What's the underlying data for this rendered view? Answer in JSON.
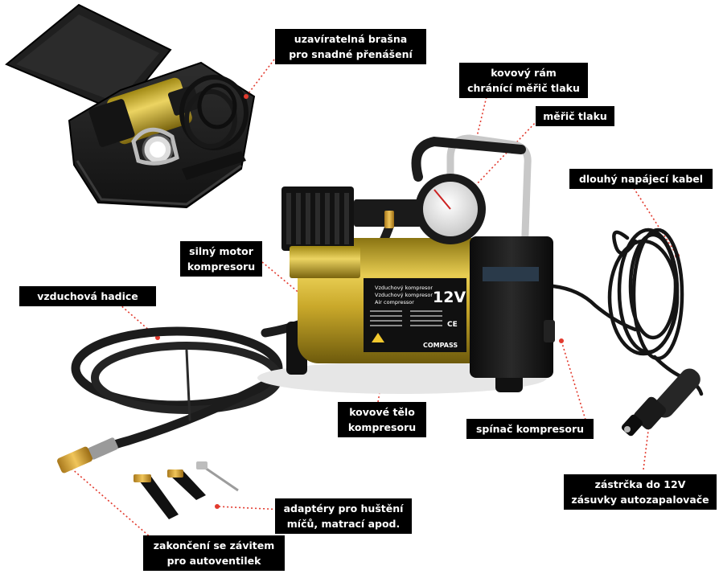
{
  "colors": {
    "accent": "#e23a2e",
    "label_bg": "#000000",
    "label_text": "#ffffff",
    "compressor_body": "#d4b52e",
    "hose": "#1c1c1c"
  },
  "labels": {
    "bag": {
      "line1": "uzavíratelná brašna",
      "line2": "pro snadné přenášení"
    },
    "frame": {
      "line1": "kovový rám",
      "line2": "chránící měřič tlaku"
    },
    "gauge": {
      "line1": "měřič tlaku"
    },
    "cable": {
      "line1": "dlouhý napájecí kabel"
    },
    "motor": {
      "line1": "silný motor",
      "line2": "kompresoru"
    },
    "hose": {
      "line1": "vzduchová hadice"
    },
    "body": {
      "line1": "kovové tělo",
      "line2": "kompresoru"
    },
    "switch": {
      "line1": "spínač kompresoru"
    },
    "plug": {
      "line1": "zástrčka do 12V",
      "line2": "zásuvky autozapalovače"
    },
    "adapters": {
      "line1": "adaptéry pro huštění",
      "line2": "míčů, matrací apod."
    },
    "tip": {
      "line1": "zakončení se závitem",
      "line2": "pro autoventilek"
    }
  },
  "product": {
    "sticker_lines": [
      "Vzduchový kompresor",
      "Vzduchový kompresor",
      "Air compressor"
    ],
    "voltage": "12V",
    "brand": "COMPASS",
    "ce_mark": "CE"
  }
}
